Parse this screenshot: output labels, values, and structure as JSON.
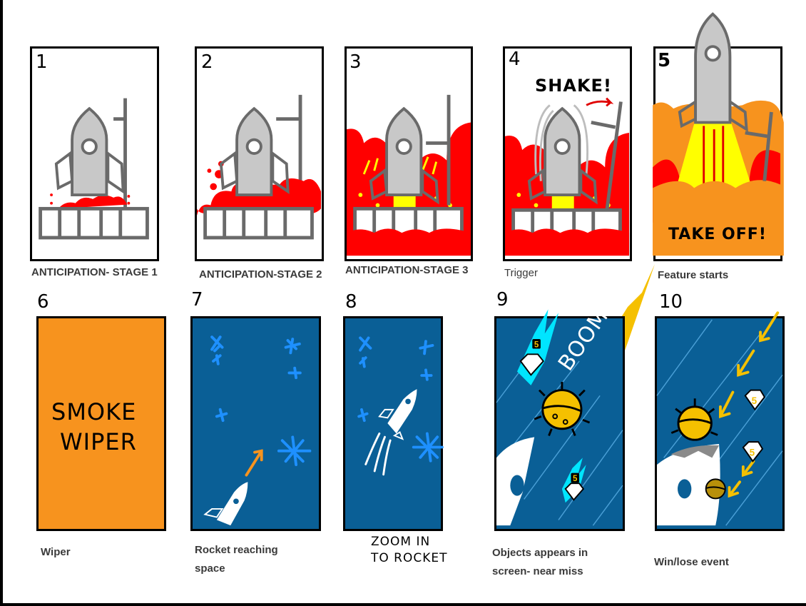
{
  "title": "Rocket feature storyboard",
  "colors": {
    "outline": "#000000",
    "rocket_gray": "#c8c8c8",
    "rocket_stroke": "#6a6a6a",
    "fire_red": "#ff0000",
    "flame_yellow": "#ffff00",
    "smoke_orange": "#f7931e",
    "space_blue": "#0a5f96",
    "star_blue": "#1e90ff",
    "comet_cyan": "#00e5ff",
    "meteor_yellow": "#f5c000"
  },
  "panels": [
    {
      "number": "1",
      "caption": "ANTICIPATION- STAGE 1",
      "scene": "rocket on launch pad, small red fire at base"
    },
    {
      "number": "2",
      "caption": "ANTICIPATION-STAGE 2",
      "scene": "rocket on launch pad, red fire spreading"
    },
    {
      "number": "3",
      "caption": "ANTICIPATION-STAGE 3",
      "scene": "rocket engulfed in red fire with yellow sparks"
    },
    {
      "number": "4",
      "caption": "Trigger",
      "scene": "rocket shaking, tower tilting",
      "annotation": "SHAKE!"
    },
    {
      "number": "5",
      "caption": "Feature starts",
      "scene": "rocket lifting off over orange smoke",
      "annotation": "TAKE OFF!"
    },
    {
      "number": "6",
      "caption": "Wiper",
      "scene": "orange smoke wiper",
      "annotation_lines": [
        "SMOKE",
        "WIPER"
      ]
    },
    {
      "number": "7",
      "caption_lines": [
        "Rocket reaching",
        "space"
      ],
      "scene": "rocket entering space with stars"
    },
    {
      "number": "8",
      "caption_lines": [
        "ZOOM IN",
        "TO ROCKET"
      ],
      "scene": "rocket flying among stars"
    },
    {
      "number": "9",
      "caption_lines": [
        "Objects appears in",
        "screen- near miss"
      ],
      "scene": "diamonds and meteor near miss",
      "annotation": "BOOM!!",
      "gem_value": "5"
    },
    {
      "number": "10",
      "caption": "Win/lose event",
      "scene": "meteors and gems hitting rocket",
      "gem_value": "5"
    }
  ]
}
